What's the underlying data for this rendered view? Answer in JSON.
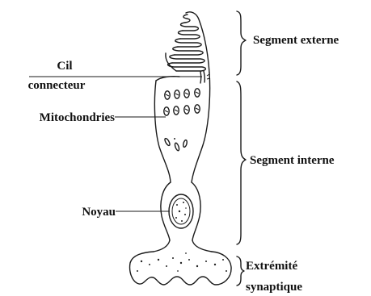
{
  "diagram": {
    "labels": {
      "cil_line1": "Cil",
      "cil_line2": "connecteur",
      "mitochondries": "Mitochondries",
      "noyau": "Noyau",
      "segment_externe": "Segment externe",
      "segment_interne": "Segment interne",
      "extremite_line1": "Extrémité",
      "extremite_line2": "synaptique"
    },
    "colors": {
      "ink": "#1a1a1a",
      "background": "#ffffff"
    }
  }
}
